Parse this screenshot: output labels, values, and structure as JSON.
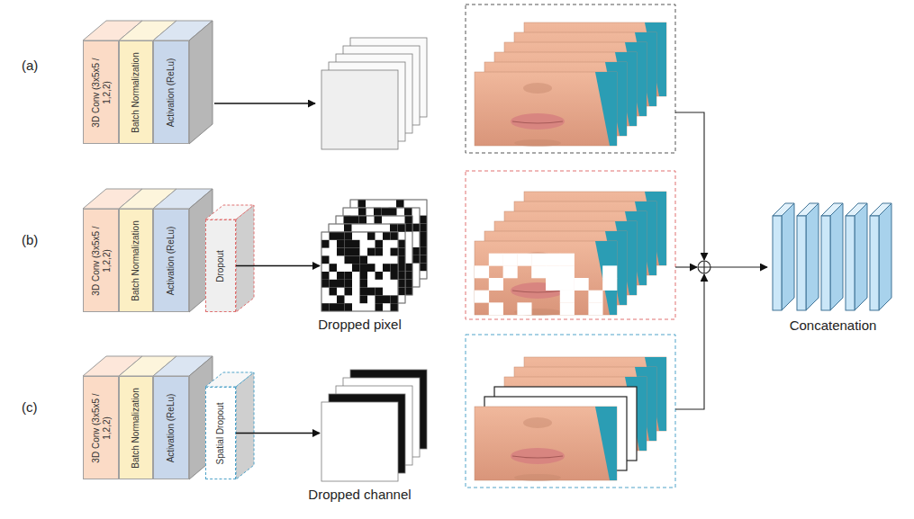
{
  "diagram": {
    "nodes": [
      {
        "text": [
          "3D Conv (3x5x5 / 1,2,2)"
        ]
      },
      {
        "text": [
          "Batch Normalization"
        ]
      },
      {
        "text": [
          "Activation (ReLu)"
        ]
      },
      {
        "text": [
          "3D Conv (3x5x5 / 1,2,2)"
        ]
      },
      {
        "text": [
          "Batch Normalization"
        ]
      },
      {
        "text": [
          "Activation (ReLu)"
        ]
      },
      {
        "text": [
          "Dropout"
        ]
      },
      {
        "text": [
          "Dropped pixel"
        ]
      },
      {
        "text": [
          "3D Conv (3x5x5 / 1,2,2)"
        ]
      },
      {
        "text": [
          "Batch Normalization"
        ]
      },
      {
        "text": [
          "Activation (ReLu)"
        ]
      },
      {
        "text": [
          "Spatial Dropout"
        ]
      },
      {
        "text": [
          "Dropped channel"
        ]
      },
      {
        "text": [
          "Concatenation"
        ]
      }
    ],
    "edges": [
      {
        "from": 6,
        "to": 7,
        "arrow": "to"
      },
      {
        "from": 11,
        "to": 12,
        "arrow": "to"
      }
    ],
    "labels": [
      "(a)",
      "(b)",
      "(c)"
    ]
  }
}
